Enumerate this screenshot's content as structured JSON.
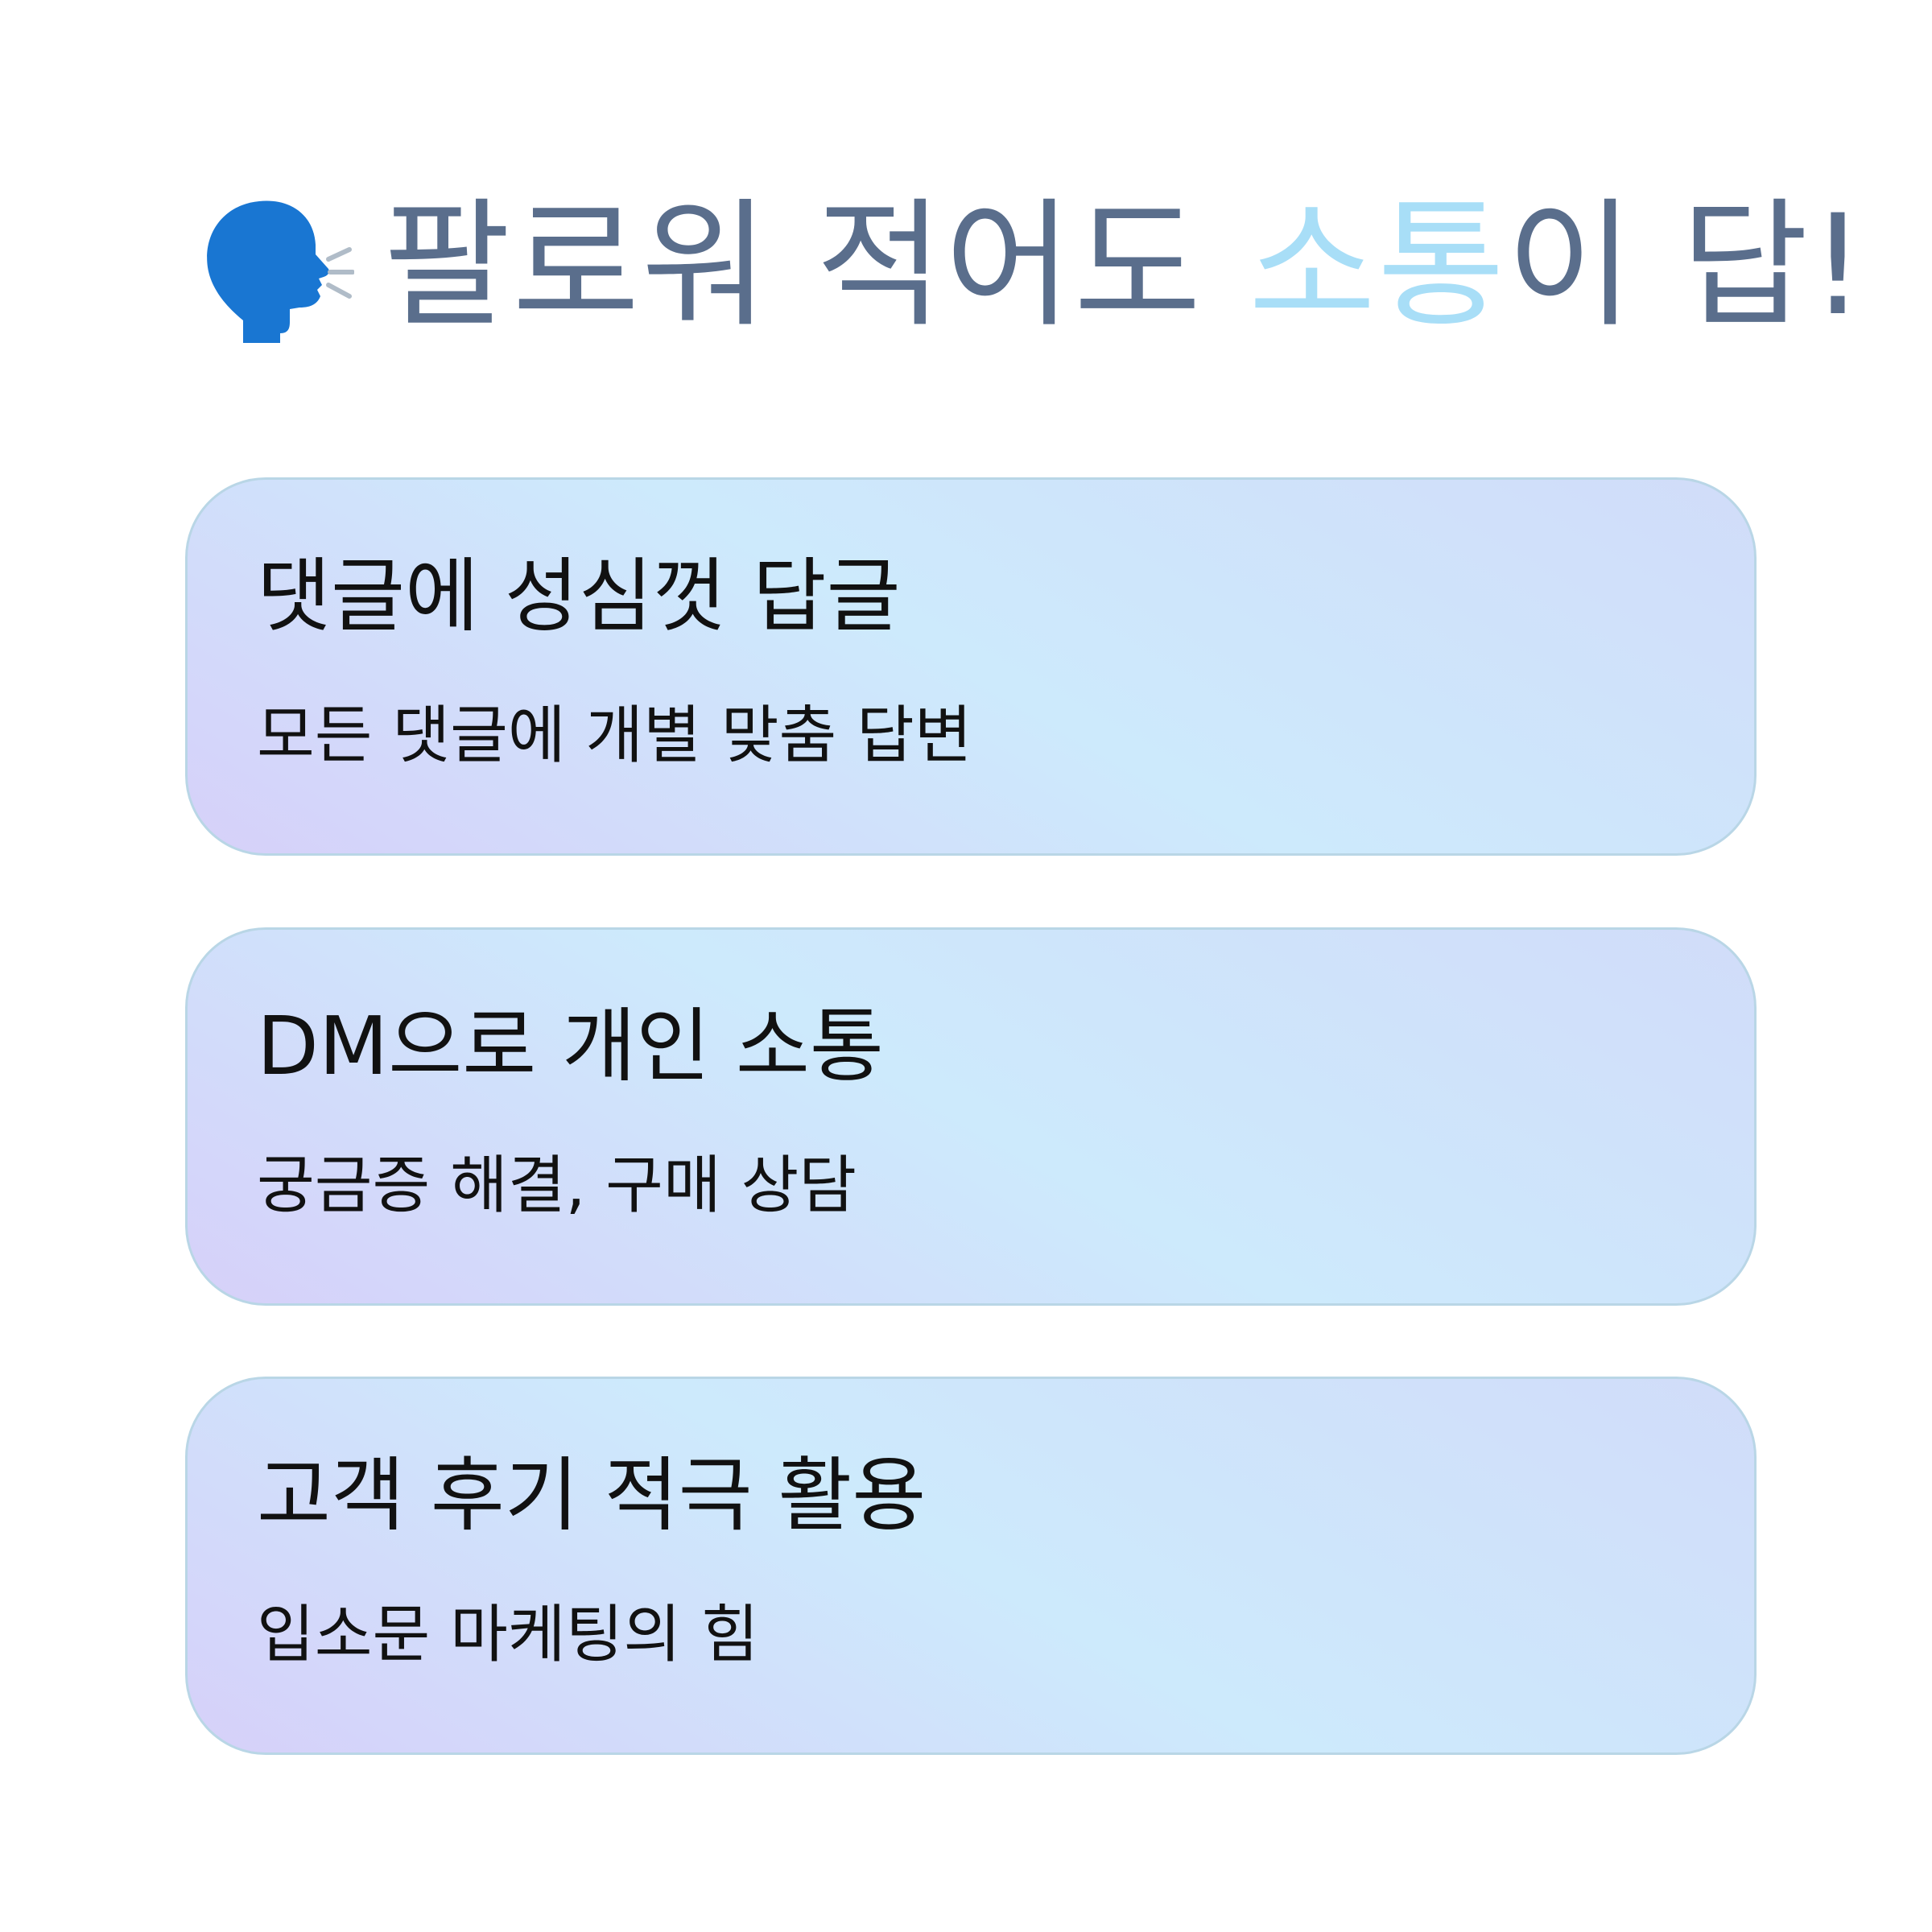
{
  "header": {
    "icon": "speaking-head-icon",
    "title_before": "팔로워 적어도 ",
    "title_accent": "소통",
    "title_after": "이 답!",
    "colors": {
      "title": "#5a6e8c",
      "accent": "#a8def7",
      "icon": "#1976d2"
    }
  },
  "cards": [
    {
      "heading": "댓글에 성심껏 답글",
      "subtext": "모든 댓글에 개별 맞춤 답변"
    },
    {
      "heading": "DM으로 개인 소통",
      "subtext": "궁금증 해결, 구매 상담"
    },
    {
      "heading": "고객 후기 적극 활용",
      "subtext": "입소문 마케팅의 힘"
    }
  ]
}
